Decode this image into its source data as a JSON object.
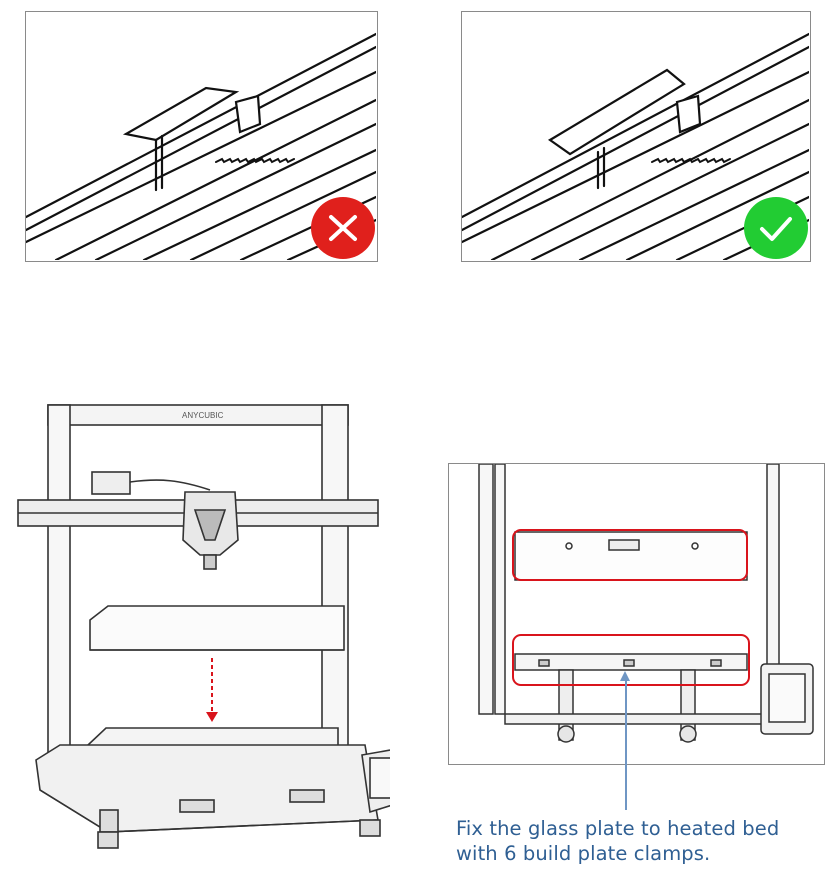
{
  "illustrations": {
    "incorrect": {
      "badge_icon": "cross-icon",
      "badge_color": "#e0201c"
    },
    "correct": {
      "badge_icon": "check-icon",
      "badge_color": "#22cc33"
    },
    "printer_brand": "ANYCUBIC",
    "highlight_color": "#d9141c",
    "arrow_color": "#d9141c",
    "leader_color": "#6f96c4"
  },
  "caption": {
    "line1": "Fix the glass plate to heated bed",
    "line2": "with 6 build plate clamps."
  }
}
